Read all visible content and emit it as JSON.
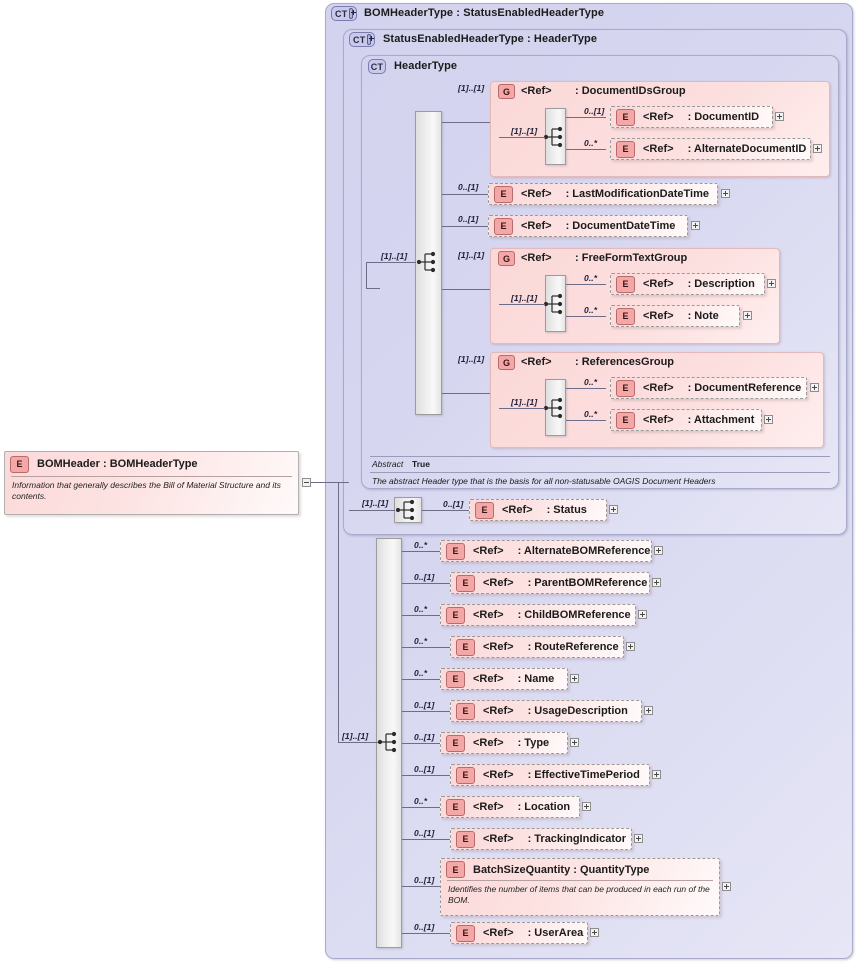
{
  "diagram": {
    "title": "BOMHeader : BOMHeaderType",
    "root_element": {
      "tag": "E",
      "label": "BOMHeader : BOMHeaderType",
      "documentation": "Information that generally describes the Bill of Material Structure and its contents."
    },
    "containers": [
      {
        "tag": "CT",
        "expandable": true,
        "label": "BOMHeaderType : StatusEnabledHeaderType"
      },
      {
        "tag": "CT",
        "expandable": true,
        "label": "StatusEnabledHeaderType : HeaderType"
      },
      {
        "tag": "CT",
        "expandable": false,
        "label": "HeaderType"
      }
    ],
    "header_type_info": {
      "abstract_key": "Abstract",
      "abstract_value": "True",
      "documentation": "The abstract Header type that is the basis for all non-statusable OAGIS Document Headers"
    },
    "header_sequence_occurrence": "[1]..[1]",
    "header_children": [
      {
        "kind": "group",
        "tag": "G",
        "occurrence": "[1]..[1]",
        "ref": "<Ref>",
        "name": ": DocumentIDsGroup",
        "inner_occurrence": "[1]..[1]",
        "members": [
          {
            "tag": "E",
            "occurrence": "0..[1]",
            "ref": "<Ref>",
            "name": ": DocumentID",
            "expander": "plus"
          },
          {
            "tag": "E",
            "occurrence": "0..*",
            "ref": "<Ref>",
            "name": ": AlternateDocumentID",
            "expander": "plus"
          }
        ]
      },
      {
        "kind": "element",
        "tag": "E",
        "occurrence": "0..[1]",
        "ref": "<Ref>",
        "name": ": LastModificationDateTime",
        "expander": "plus"
      },
      {
        "kind": "element",
        "tag": "E",
        "occurrence": "0..[1]",
        "ref": "<Ref>",
        "name": ": DocumentDateTime",
        "expander": "plus"
      },
      {
        "kind": "group",
        "tag": "G",
        "occurrence": "[1]..[1]",
        "ref": "<Ref>",
        "name": ": FreeFormTextGroup",
        "inner_occurrence": "[1]..[1]",
        "members": [
          {
            "tag": "E",
            "occurrence": "0..*",
            "ref": "<Ref>",
            "name": ": Description",
            "expander": "plus"
          },
          {
            "tag": "E",
            "occurrence": "0..*",
            "ref": "<Ref>",
            "name": ": Note",
            "expander": "plus"
          }
        ]
      },
      {
        "kind": "group",
        "tag": "G",
        "occurrence": "[1]..[1]",
        "ref": "<Ref>",
        "name": ": ReferencesGroup",
        "inner_occurrence": "[1]..[1]",
        "members": [
          {
            "tag": "E",
            "occurrence": "0..*",
            "ref": "<Ref>",
            "name": ": DocumentReference",
            "expander": "plus"
          },
          {
            "tag": "E",
            "occurrence": "0..*",
            "ref": "<Ref>",
            "name": ": Attachment",
            "expander": "plus"
          }
        ]
      }
    ],
    "status_sequence_occurrence": "[1]..[1]",
    "status_child": {
      "tag": "E",
      "occurrence": "0..[1]",
      "ref": "<Ref>",
      "name": ": Status",
      "expander": "plus"
    },
    "bom_sequence_occurrence": "[1]..[1]",
    "bom_children": [
      {
        "tag": "E",
        "occurrence": "0..*",
        "ref": "<Ref>",
        "name": ": AlternateBOMReference",
        "expander": "plus"
      },
      {
        "tag": "E",
        "occurrence": "0..[1]",
        "ref": "<Ref>",
        "name": ": ParentBOMReference",
        "expander": "plus"
      },
      {
        "tag": "E",
        "occurrence": "0..*",
        "ref": "<Ref>",
        "name": ": ChildBOMReference",
        "expander": "plus"
      },
      {
        "tag": "E",
        "occurrence": "0..*",
        "ref": "<Ref>",
        "name": ": RouteReference",
        "expander": "plus"
      },
      {
        "tag": "E",
        "occurrence": "0..*",
        "ref": "<Ref>",
        "name": ": Name",
        "expander": "plus"
      },
      {
        "tag": "E",
        "occurrence": "0..[1]",
        "ref": "<Ref>",
        "name": ": UsageDescription",
        "expander": "plus"
      },
      {
        "tag": "E",
        "occurrence": "0..[1]",
        "ref": "<Ref>",
        "name": ": Type",
        "expander": "plus"
      },
      {
        "tag": "E",
        "occurrence": "0..[1]",
        "ref": "<Ref>",
        "name": ": EffectiveTimePeriod",
        "expander": "plus"
      },
      {
        "tag": "E",
        "occurrence": "0..*",
        "ref": "<Ref>",
        "name": ": Location",
        "expander": "plus"
      },
      {
        "tag": "E",
        "occurrence": "0..[1]",
        "ref": "<Ref>",
        "name": ": TrackingIndicator",
        "expander": "plus"
      },
      {
        "tag": "E",
        "occurrence": "0..[1]",
        "ref": "",
        "name": "BatchSizeQuantity : QuantityType",
        "documentation": "Identifies the number of items that can be produced in each run of the BOM.",
        "expander": "plus"
      },
      {
        "tag": "E",
        "occurrence": "0..[1]",
        "ref": "<Ref>",
        "name": ": UserArea",
        "expander": "plus"
      }
    ],
    "colors": {
      "container_fill": "#d6d6f0",
      "container_border": "#a9a9cc",
      "group_fill": "#fcdede",
      "element_fill": "#fde3e3",
      "tag_fill": "#f4a7a7",
      "line": "#6d6d87"
    }
  }
}
